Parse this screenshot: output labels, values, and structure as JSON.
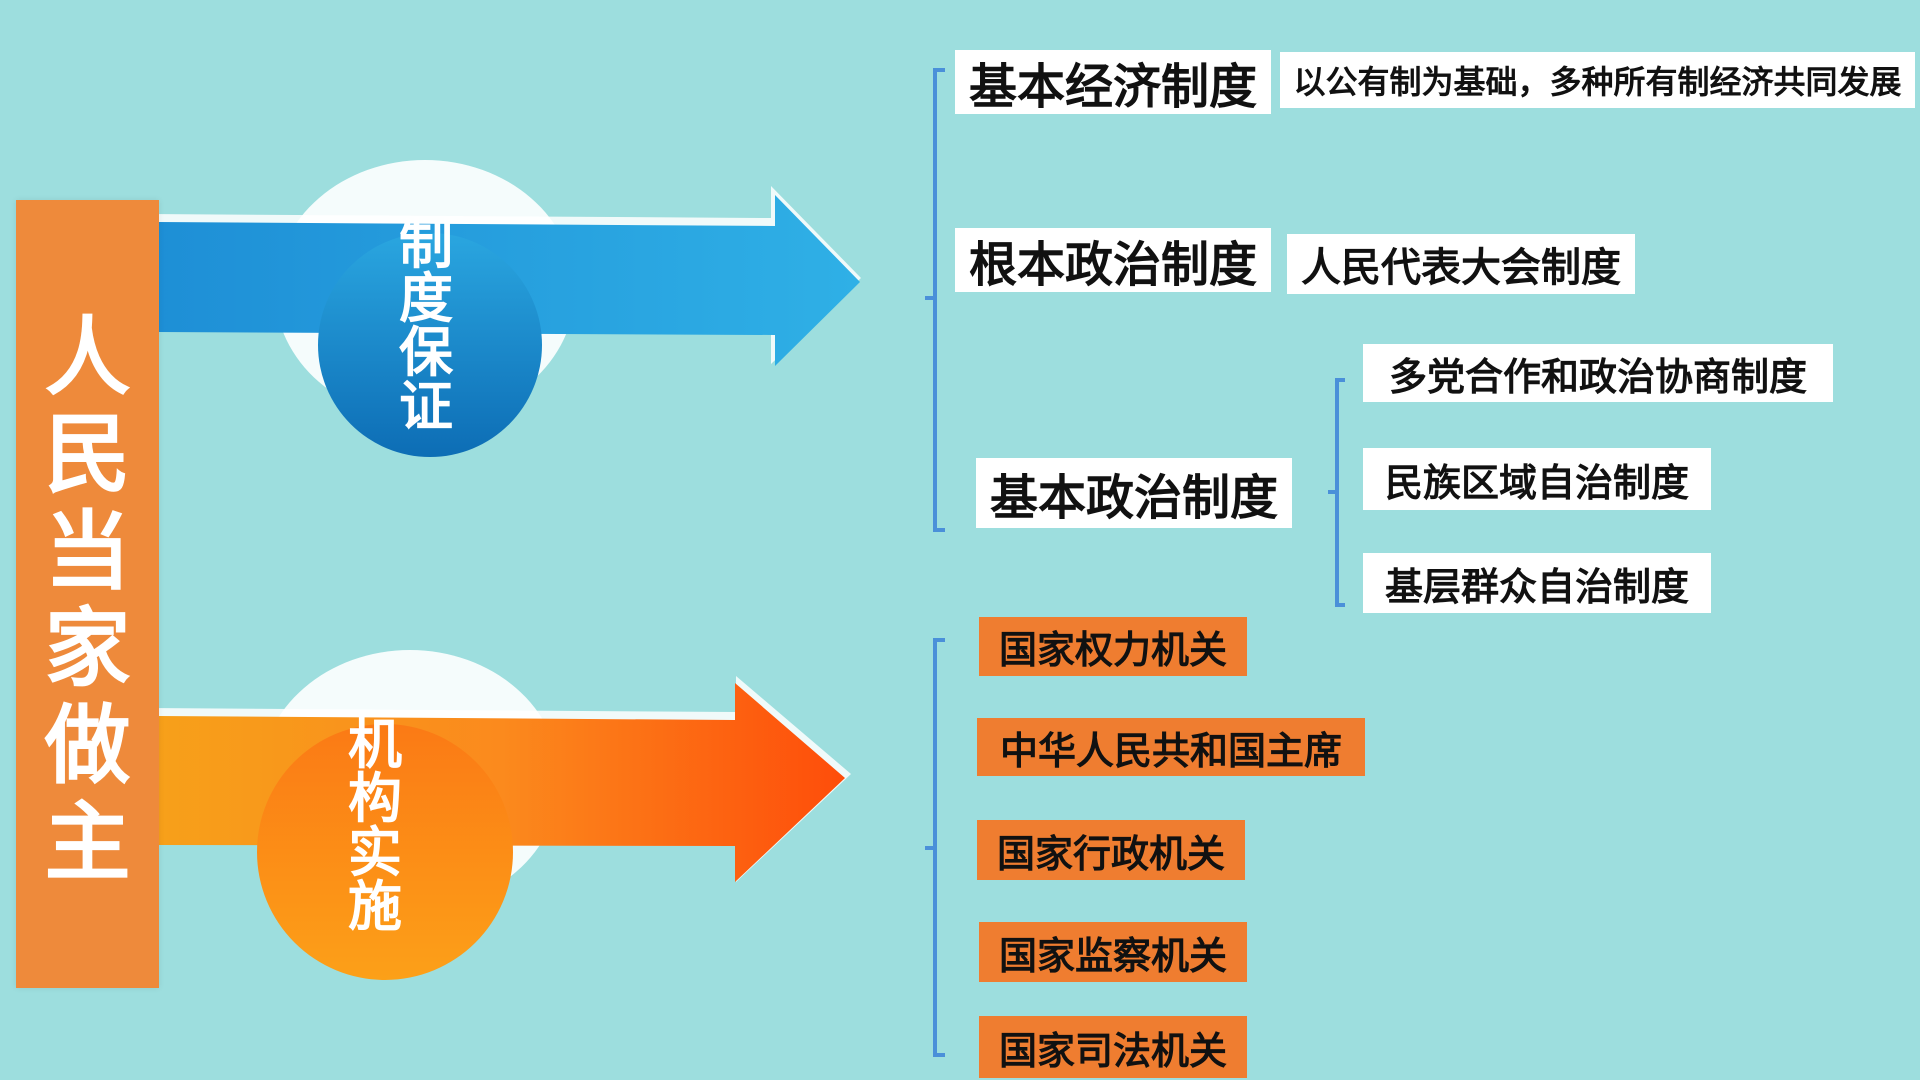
{
  "main": {
    "title_chars": [
      "人",
      "民",
      "当",
      "家",
      "做",
      "主"
    ]
  },
  "arrows": [
    {
      "label_chars": [
        "制",
        "度",
        "保",
        "证"
      ],
      "color": "#2a9fdc"
    },
    {
      "label_chars": [
        "机",
        "构",
        "实",
        "施"
      ],
      "color": "#f97316"
    }
  ],
  "systems": {
    "basic_economic": {
      "name": "基本经济制度",
      "desc": "以公有制为基础，多种所有制经济共同发展"
    },
    "fundamental_political": {
      "name": "根本政治制度",
      "desc": "人民代表大会制度"
    },
    "basic_political": {
      "name": "基本政治制度",
      "items": [
        "多党合作和政治协商制度",
        "民族区域自治制度",
        "基层群众自治制度"
      ]
    }
  },
  "organs": [
    "国家权力机关",
    "中华人民共和国主席",
    "国家行政机关",
    "国家监察机关",
    "国家司法机关"
  ],
  "colors": {
    "background": "#9ddede",
    "main_bar": "#ee8a3b",
    "organ_box": "#ef7d30",
    "bracket": "#4a90d9"
  }
}
